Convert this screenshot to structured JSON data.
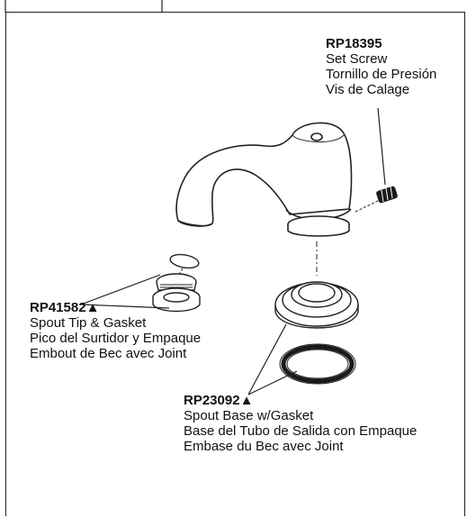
{
  "parts": [
    {
      "part_number": "RP18395",
      "marker": "",
      "lines": [
        "Set Screw",
        "Tornillo de Presión",
        "Vis de Calage"
      ]
    },
    {
      "part_number": "RP41582",
      "marker": "▲",
      "lines": [
        "Spout Tip & Gasket",
        "Pico del Surtidor y Empaque",
        "Embout de Bec avec Joint"
      ]
    },
    {
      "part_number": "RP23092",
      "marker": "▲",
      "lines": [
        "Spout Base w/Gasket",
        "Base del Tubo de Salida con Empaque",
        "Embase du Bec avec Joint"
      ]
    }
  ],
  "colors": {
    "line": "#222222",
    "fill": "#ffffff",
    "dark": "#1a1a1a"
  }
}
